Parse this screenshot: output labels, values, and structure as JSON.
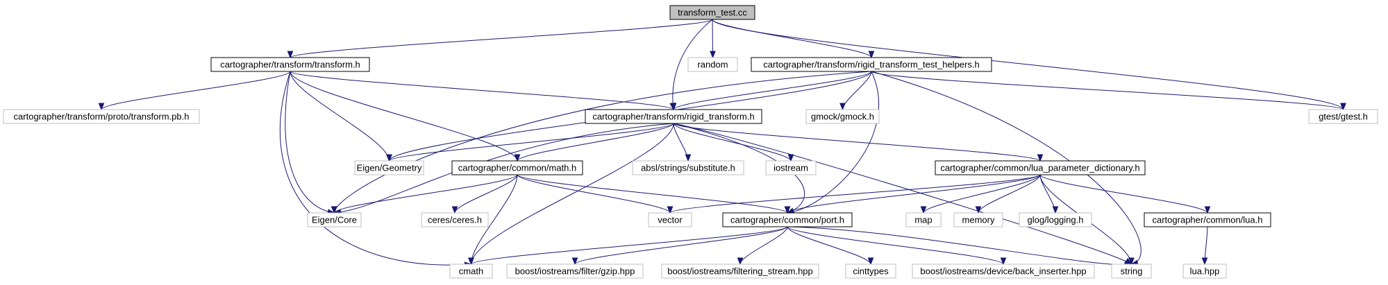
{
  "colors": {
    "edge": "#191970",
    "root_fill": "#bfbfbf",
    "border_documented": "#000000",
    "border_external": "#bfbfbf",
    "text": "#000000"
  },
  "nodes": [
    {
      "id": "n_root",
      "label": "transform_test.cc",
      "style": "root"
    },
    {
      "id": "n_transform",
      "label": "cartographer/transform/transform.h",
      "style": "documented"
    },
    {
      "id": "n_random",
      "label": "random",
      "style": "external"
    },
    {
      "id": "n_rtth",
      "label": "cartographer/transform/rigid_transform_test_helpers.h",
      "style": "documented"
    },
    {
      "id": "n_gtest",
      "label": "gtest/gtest.h",
      "style": "external"
    },
    {
      "id": "n_protopb",
      "label": "cartographer/transform/proto/transform.pb.h",
      "style": "external"
    },
    {
      "id": "n_rigid",
      "label": "cartographer/transform/rigid_transform.h",
      "style": "documented"
    },
    {
      "id": "n_gmock",
      "label": "gmock/gmock.h",
      "style": "external"
    },
    {
      "id": "n_geometry",
      "label": "Eigen/Geometry",
      "style": "external"
    },
    {
      "id": "n_math",
      "label": "cartographer/common/math.h",
      "style": "documented"
    },
    {
      "id": "n_absl",
      "label": "absl/strings/substitute.h",
      "style": "external"
    },
    {
      "id": "n_iostream",
      "label": "iostream",
      "style": "external"
    },
    {
      "id": "n_luapd",
      "label": "cartographer/common/lua_parameter_dictionary.h",
      "style": "documented"
    },
    {
      "id": "n_core",
      "label": "Eigen/Core",
      "style": "external"
    },
    {
      "id": "n_ceres",
      "label": "ceres/ceres.h",
      "style": "external"
    },
    {
      "id": "n_vector",
      "label": "vector",
      "style": "external"
    },
    {
      "id": "n_port",
      "label": "cartographer/common/port.h",
      "style": "documented"
    },
    {
      "id": "n_map",
      "label": "map",
      "style": "external"
    },
    {
      "id": "n_memory",
      "label": "memory",
      "style": "external"
    },
    {
      "id": "n_glog",
      "label": "glog/logging.h",
      "style": "external"
    },
    {
      "id": "n_lua",
      "label": "cartographer/common/lua.h",
      "style": "documented"
    },
    {
      "id": "n_cmath",
      "label": "cmath",
      "style": "external"
    },
    {
      "id": "n_gzip",
      "label": "boost/iostreams/filter/gzip.hpp",
      "style": "external"
    },
    {
      "id": "n_filtering",
      "label": "boost/iostreams/filtering_stream.hpp",
      "style": "external"
    },
    {
      "id": "n_cinttypes",
      "label": "cinttypes",
      "style": "external"
    },
    {
      "id": "n_backins",
      "label": "boost/iostreams/device/back_inserter.hpp",
      "style": "external"
    },
    {
      "id": "n_string",
      "label": "string",
      "style": "external"
    },
    {
      "id": "n_luahpp",
      "label": "lua.hpp",
      "style": "external"
    }
  ],
  "edges": [
    {
      "from": "n_root",
      "to": "n_transform"
    },
    {
      "from": "n_root",
      "to": "n_random"
    },
    {
      "from": "n_root",
      "to": "n_rigid"
    },
    {
      "from": "n_root",
      "to": "n_rtth"
    },
    {
      "from": "n_root",
      "to": "n_gtest"
    },
    {
      "from": "n_transform",
      "to": "n_protopb"
    },
    {
      "from": "n_transform",
      "to": "n_rigid"
    },
    {
      "from": "n_transform",
      "to": "n_geometry"
    },
    {
      "from": "n_transform",
      "to": "n_core"
    },
    {
      "from": "n_transform",
      "to": "n_cmath"
    },
    {
      "from": "n_transform",
      "to": "n_math"
    },
    {
      "from": "n_rtth",
      "to": "n_rigid"
    },
    {
      "from": "n_rtth",
      "to": "n_gmock"
    },
    {
      "from": "n_rtth",
      "to": "n_gtest"
    },
    {
      "from": "n_rtth",
      "to": "n_geometry"
    },
    {
      "from": "n_rtth",
      "to": "n_core"
    },
    {
      "from": "n_rtth",
      "to": "n_port"
    },
    {
      "from": "n_rtth",
      "to": "n_string"
    },
    {
      "from": "n_rigid",
      "to": "n_geometry"
    },
    {
      "from": "n_rigid",
      "to": "n_core"
    },
    {
      "from": "n_rigid",
      "to": "n_math"
    },
    {
      "from": "n_rigid",
      "to": "n_cmath"
    },
    {
      "from": "n_rigid",
      "to": "n_absl"
    },
    {
      "from": "n_rigid",
      "to": "n_iostream"
    },
    {
      "from": "n_rigid",
      "to": "n_port"
    },
    {
      "from": "n_rigid",
      "to": "n_luapd"
    },
    {
      "from": "n_rigid",
      "to": "n_string"
    },
    {
      "from": "n_math",
      "to": "n_core"
    },
    {
      "from": "n_math",
      "to": "n_ceres"
    },
    {
      "from": "n_math",
      "to": "n_cmath"
    },
    {
      "from": "n_math",
      "to": "n_vector"
    },
    {
      "from": "n_math",
      "to": "n_port"
    },
    {
      "from": "n_luapd",
      "to": "n_vector"
    },
    {
      "from": "n_luapd",
      "to": "n_port"
    },
    {
      "from": "n_luapd",
      "to": "n_map"
    },
    {
      "from": "n_luapd",
      "to": "n_memory"
    },
    {
      "from": "n_luapd",
      "to": "n_glog"
    },
    {
      "from": "n_luapd",
      "to": "n_string"
    },
    {
      "from": "n_luapd",
      "to": "n_lua"
    },
    {
      "from": "n_lua",
      "to": "n_luahpp"
    },
    {
      "from": "n_port",
      "to": "n_cmath"
    },
    {
      "from": "n_port",
      "to": "n_gzip"
    },
    {
      "from": "n_port",
      "to": "n_filtering"
    },
    {
      "from": "n_port",
      "to": "n_cinttypes"
    },
    {
      "from": "n_port",
      "to": "n_backins"
    },
    {
      "from": "n_port",
      "to": "n_string"
    }
  ]
}
